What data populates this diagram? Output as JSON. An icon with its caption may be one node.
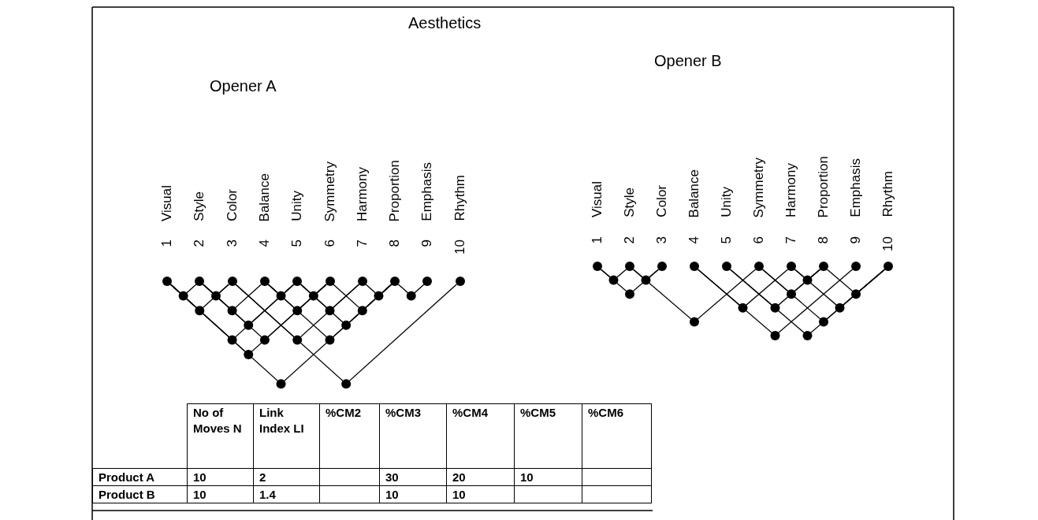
{
  "diagram": {
    "title": "Aesthetics",
    "nodes": [
      {
        "text": [
          "Visual",
          "1"
        ]
      },
      {
        "text": [
          "Style",
          "2"
        ]
      },
      {
        "text": [
          "Color",
          "3"
        ]
      },
      {
        "text": [
          "Balance",
          "4"
        ]
      },
      {
        "text": [
          "Unity",
          "5"
        ]
      },
      {
        "text": [
          "Symmetry",
          "6"
        ]
      },
      {
        "text": [
          "Harmony",
          "7"
        ]
      },
      {
        "text": [
          "Proportion",
          "8"
        ]
      },
      {
        "text": [
          "Emphasis",
          "9"
        ]
      },
      {
        "text": [
          "Rhythm",
          "10"
        ]
      },
      {
        "text": [
          "Visual",
          "1"
        ]
      },
      {
        "text": [
          "Style",
          "2"
        ]
      },
      {
        "text": [
          "Color",
          "3"
        ]
      },
      {
        "text": [
          "Balance",
          "4"
        ]
      },
      {
        "text": [
          "Unity",
          "5"
        ]
      },
      {
        "text": [
          "Symmetry",
          "6"
        ]
      },
      {
        "text": [
          "Harmony",
          "7"
        ]
      },
      {
        "text": [
          "Proportion",
          "8"
        ]
      },
      {
        "text": [
          "Emphasis",
          "9"
        ]
      },
      {
        "text": [
          "Rhythm",
          "10"
        ]
      }
    ],
    "edges": [
      {
        "from": 0,
        "to": 1,
        "arrow": "none"
      },
      {
        "from": 1,
        "to": 2,
        "arrow": "none"
      },
      {
        "from": 3,
        "to": 4,
        "arrow": "none"
      },
      {
        "from": 4,
        "to": 5,
        "arrow": "none"
      },
      {
        "from": 6,
        "to": 7,
        "arrow": "none"
      },
      {
        "from": 7,
        "to": 8,
        "arrow": "none"
      },
      {
        "from": 0,
        "to": 2,
        "arrow": "none"
      },
      {
        "from": 1,
        "to": 3,
        "arrow": "none"
      },
      {
        "from": 3,
        "to": 5,
        "arrow": "none"
      },
      {
        "from": 4,
        "to": 6,
        "arrow": "none"
      },
      {
        "from": 5,
        "to": 7,
        "arrow": "none"
      },
      {
        "from": 1,
        "to": 4,
        "arrow": "none"
      },
      {
        "from": 4,
        "to": 7,
        "arrow": "none"
      },
      {
        "from": 0,
        "to": 4,
        "arrow": "none"
      },
      {
        "from": 1,
        "to": 5,
        "arrow": "none"
      },
      {
        "from": 2,
        "to": 6,
        "arrow": "none"
      },
      {
        "from": 3,
        "to": 7,
        "arrow": "none"
      },
      {
        "from": 0,
        "to": 5,
        "arrow": "none"
      },
      {
        "from": 0,
        "to": 7,
        "arrow": "none"
      },
      {
        "from": 2,
        "to": 9,
        "arrow": "none"
      },
      {
        "from": 10,
        "to": 11,
        "arrow": "none"
      },
      {
        "from": 11,
        "to": 12,
        "arrow": "none"
      },
      {
        "from": 16,
        "to": 17,
        "arrow": "none"
      },
      {
        "from": 10,
        "to": 12,
        "arrow": "none"
      },
      {
        "from": 15,
        "to": 17,
        "arrow": "none"
      },
      {
        "from": 17,
        "to": 19,
        "arrow": "none"
      },
      {
        "from": 13,
        "to": 16,
        "arrow": "none"
      },
      {
        "from": 14,
        "to": 17,
        "arrow": "none"
      },
      {
        "from": 16,
        "to": 19,
        "arrow": "none"
      },
      {
        "from": 11,
        "to": 15,
        "arrow": "none"
      },
      {
        "from": 15,
        "to": 19,
        "arrow": "none"
      },
      {
        "from": 13,
        "to": 18,
        "arrow": "none"
      },
      {
        "from": 14,
        "to": 19,
        "arrow": "none"
      }
    ],
    "labels": [
      "Opener A",
      "Opener B",
      "No of Moves N",
      "Link Index LI",
      "%CM2",
      "%CM3",
      "%CM4",
      "%CM5",
      "%CM6",
      "Product A",
      "10",
      "2",
      "30",
      "20",
      "10",
      "Product B",
      "10",
      "1.4",
      "10",
      "10"
    ]
  }
}
